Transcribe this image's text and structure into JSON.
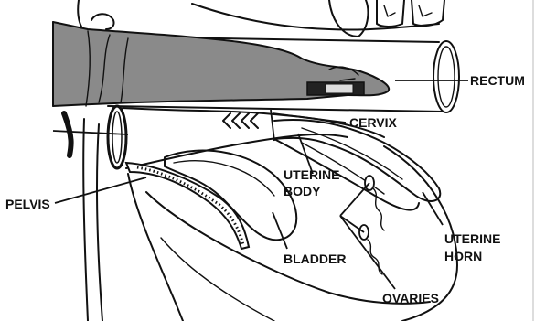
{
  "labels": {
    "rectum": "RECTUM",
    "cervix": "CERVIX",
    "uterine_body_line1": "UTERINE",
    "uterine_body_line2": "BODY",
    "pelvis": "PELVIS",
    "bladder": "BLADDER",
    "uterine_horn_line1": "UTERINE",
    "uterine_horn_line2": "HORN",
    "ovaries": "OVARIES"
  },
  "colors": {
    "arm_fill": "#8a8a8a",
    "ink": "#111111",
    "background": "#ffffff"
  }
}
